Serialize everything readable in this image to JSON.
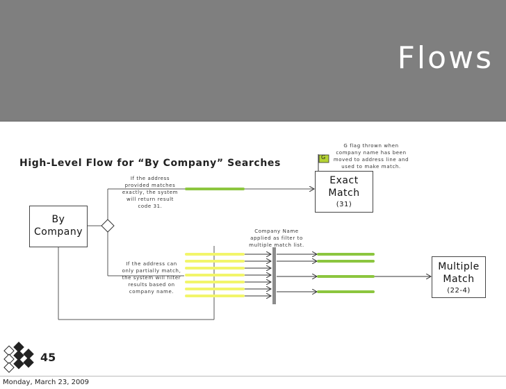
{
  "slide": {
    "title": "Flows",
    "subtitle": "High-Level Flow for “By Company” Searches",
    "page_number": "45",
    "date": "Monday, March 23, 2009"
  },
  "nodes": {
    "by_company": {
      "name_line1": "By",
      "name_line2": "Company"
    },
    "exact_match": {
      "name_line1": "Exact",
      "name_line2": "Match",
      "code": "(31)"
    },
    "multiple_match": {
      "name_line1": "Multiple",
      "name_line2": "Match",
      "code": "(22-4)"
    }
  },
  "notes": {
    "exact_condition": [
      "If the address",
      "provided matches",
      "exactly, the system",
      "will return result",
      "code 31."
    ],
    "partial_condition": [
      "If the address can",
      "only partially match,",
      "the system will filter",
      "results based on",
      "company name."
    ],
    "g_flag": [
      "G flag thrown when",
      "company name has been",
      "moved to address line and",
      "used to make match."
    ],
    "filter_note": [
      "Company Name",
      "applied as filter to",
      "multiple match list."
    ]
  },
  "flag_label": "G",
  "colors": {
    "header": "#7f7f7f",
    "green_line": "#8cc63f",
    "yellow_line": "#f2f56a",
    "filter_bar": "#8c8c8c",
    "flag": "#b5d334"
  }
}
